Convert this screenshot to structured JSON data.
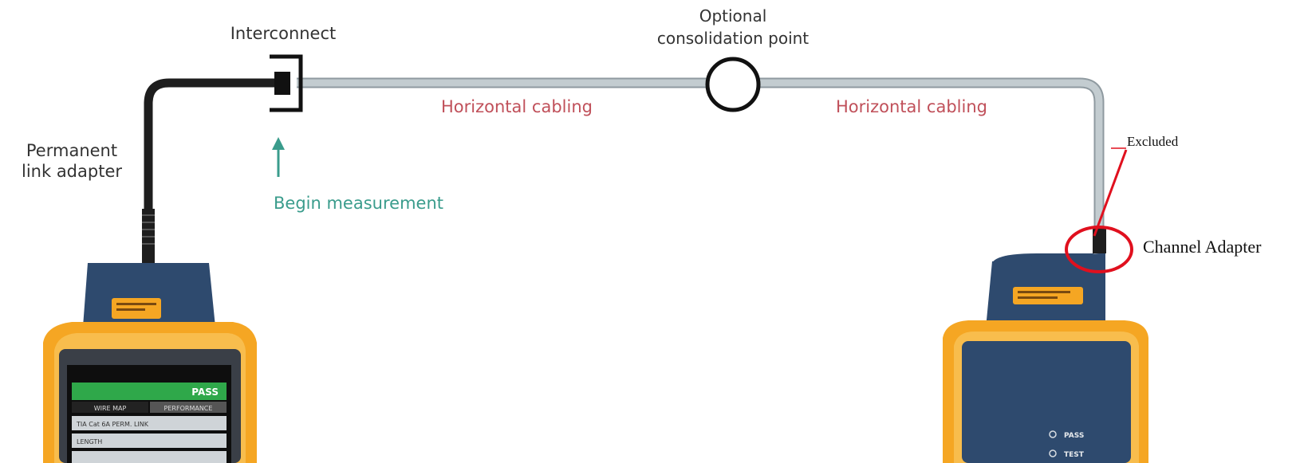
{
  "labels": {
    "interconnect": "Interconnect",
    "optional_line1": "Optional",
    "optional_line2": "consolidation point",
    "horizontal_cabling_left": "Horizontal cabling",
    "horizontal_cabling_right": "Horizontal cabling",
    "permanent_line1": "Permanent",
    "permanent_line2": "link adapter",
    "begin_measurement": "Begin measurement",
    "excluded": "Excluded",
    "channel_adapter": "Channel Adapter"
  },
  "left_tester": {
    "screen_status": "PASS",
    "screen_tab_1": "WIRE MAP",
    "screen_tab_2": "PERFORMANCE",
    "screen_row_1": "TIA Cat 6A PERM. LINK",
    "screen_row_2": "LENGTH"
  },
  "right_tester": {
    "indicator_1": "PASS",
    "indicator_2": "TEST"
  },
  "colors": {
    "cable_gray": "#b9c3c7",
    "cable_dark": "#222222",
    "label_red": "#c0505a",
    "label_teal": "#3a9c8c",
    "highlight_red": "#e0101e",
    "tester_orange": "#f5a623",
    "adapter_navy": "#2e4a6e"
  }
}
